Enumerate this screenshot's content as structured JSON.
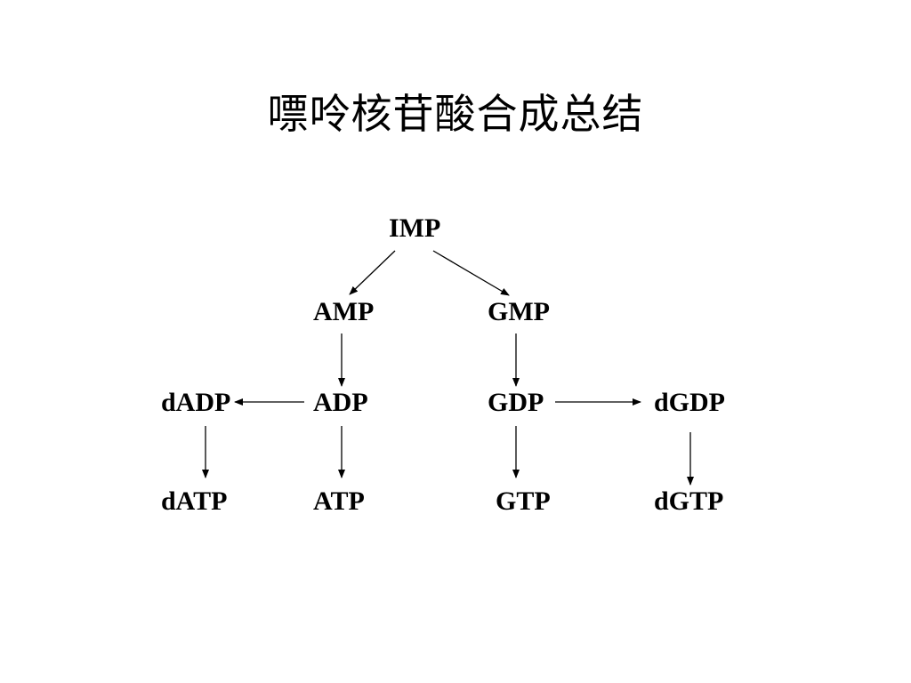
{
  "slide": {
    "title": "嘌呤核苷酸合成总结"
  },
  "diagram": {
    "nodes": {
      "imp": "IMP",
      "amp": "AMP",
      "gmp": "GMP",
      "dadp": "dADP",
      "adp": "ADP",
      "gdp": "GDP",
      "dgdp": "dGDP",
      "datp": "dATP",
      "atp": "ATP",
      "gtp": "GTP",
      "dgtp": "dGTP"
    },
    "edges": [
      {
        "from": "IMP",
        "to": "AMP"
      },
      {
        "from": "IMP",
        "to": "GMP"
      },
      {
        "from": "AMP",
        "to": "ADP"
      },
      {
        "from": "GMP",
        "to": "GDP"
      },
      {
        "from": "ADP",
        "to": "dADP"
      },
      {
        "from": "GDP",
        "to": "dGDP"
      },
      {
        "from": "dADP",
        "to": "dATP"
      },
      {
        "from": "ADP",
        "to": "ATP"
      },
      {
        "from": "GDP",
        "to": "GTP"
      },
      {
        "from": "dGDP",
        "to": "dGTP"
      }
    ]
  }
}
